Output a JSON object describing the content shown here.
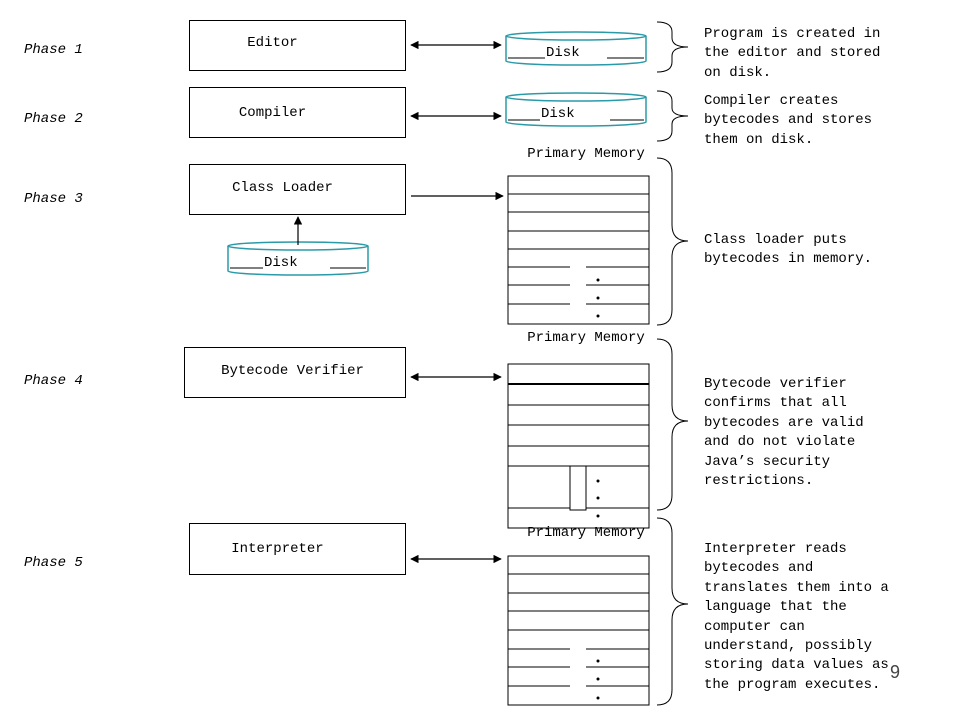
{
  "phases": [
    "Phase 1",
    "Phase 2",
    "Phase 3",
    "Phase 4",
    "Phase 5"
  ],
  "components": {
    "editor": "Editor",
    "compiler": "Compiler",
    "class_loader": "Class Loader",
    "bytecode_verifier": "Bytecode Verifier",
    "interpreter": "Interpreter"
  },
  "disk_label": "Disk",
  "primary_memory_label": "Primary Memory",
  "descriptions": {
    "phase1": "Program is created in\nthe editor and stored\non disk.",
    "phase2": "Compiler creates\nbytecodes and stores\nthem on disk.",
    "phase3": "Class loader puts\nbytecodes in memory.",
    "phase4": "Bytecode verifier\nconfirms that all\nbytecodes are valid\nand do not violate\nJava’s security\nrestrictions.",
    "phase5": "Interpreter reads\nbytecodes and\ntranslates them into a\nlanguage that the\ncomputer can\nunderstand, possibly\nstoring data values as\nthe program executes."
  },
  "page_number": "9",
  "colors": {
    "disk_stroke": "#2a9aa8",
    "line": "#000000"
  }
}
